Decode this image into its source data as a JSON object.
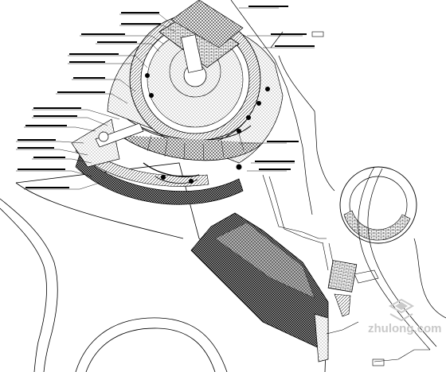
{
  "drawing": {
    "watermark": {
      "url_text": "zhulong.com",
      "logo_icon": "zhulong-logo-icon"
    },
    "colors": {
      "line": "#000000",
      "hatch_light": "#6f6f6f",
      "hatch_dark": "#1e1e1e",
      "watermark": "#c9c9c9",
      "background": "#ffffff"
    },
    "hatch_names": [
      "stipple-hatch",
      "crosshatch",
      "dense-crosshatch",
      "diagonal-hatch",
      "brick-hatch"
    ],
    "callout_count_left": 16,
    "callout_count_right": 6
  }
}
